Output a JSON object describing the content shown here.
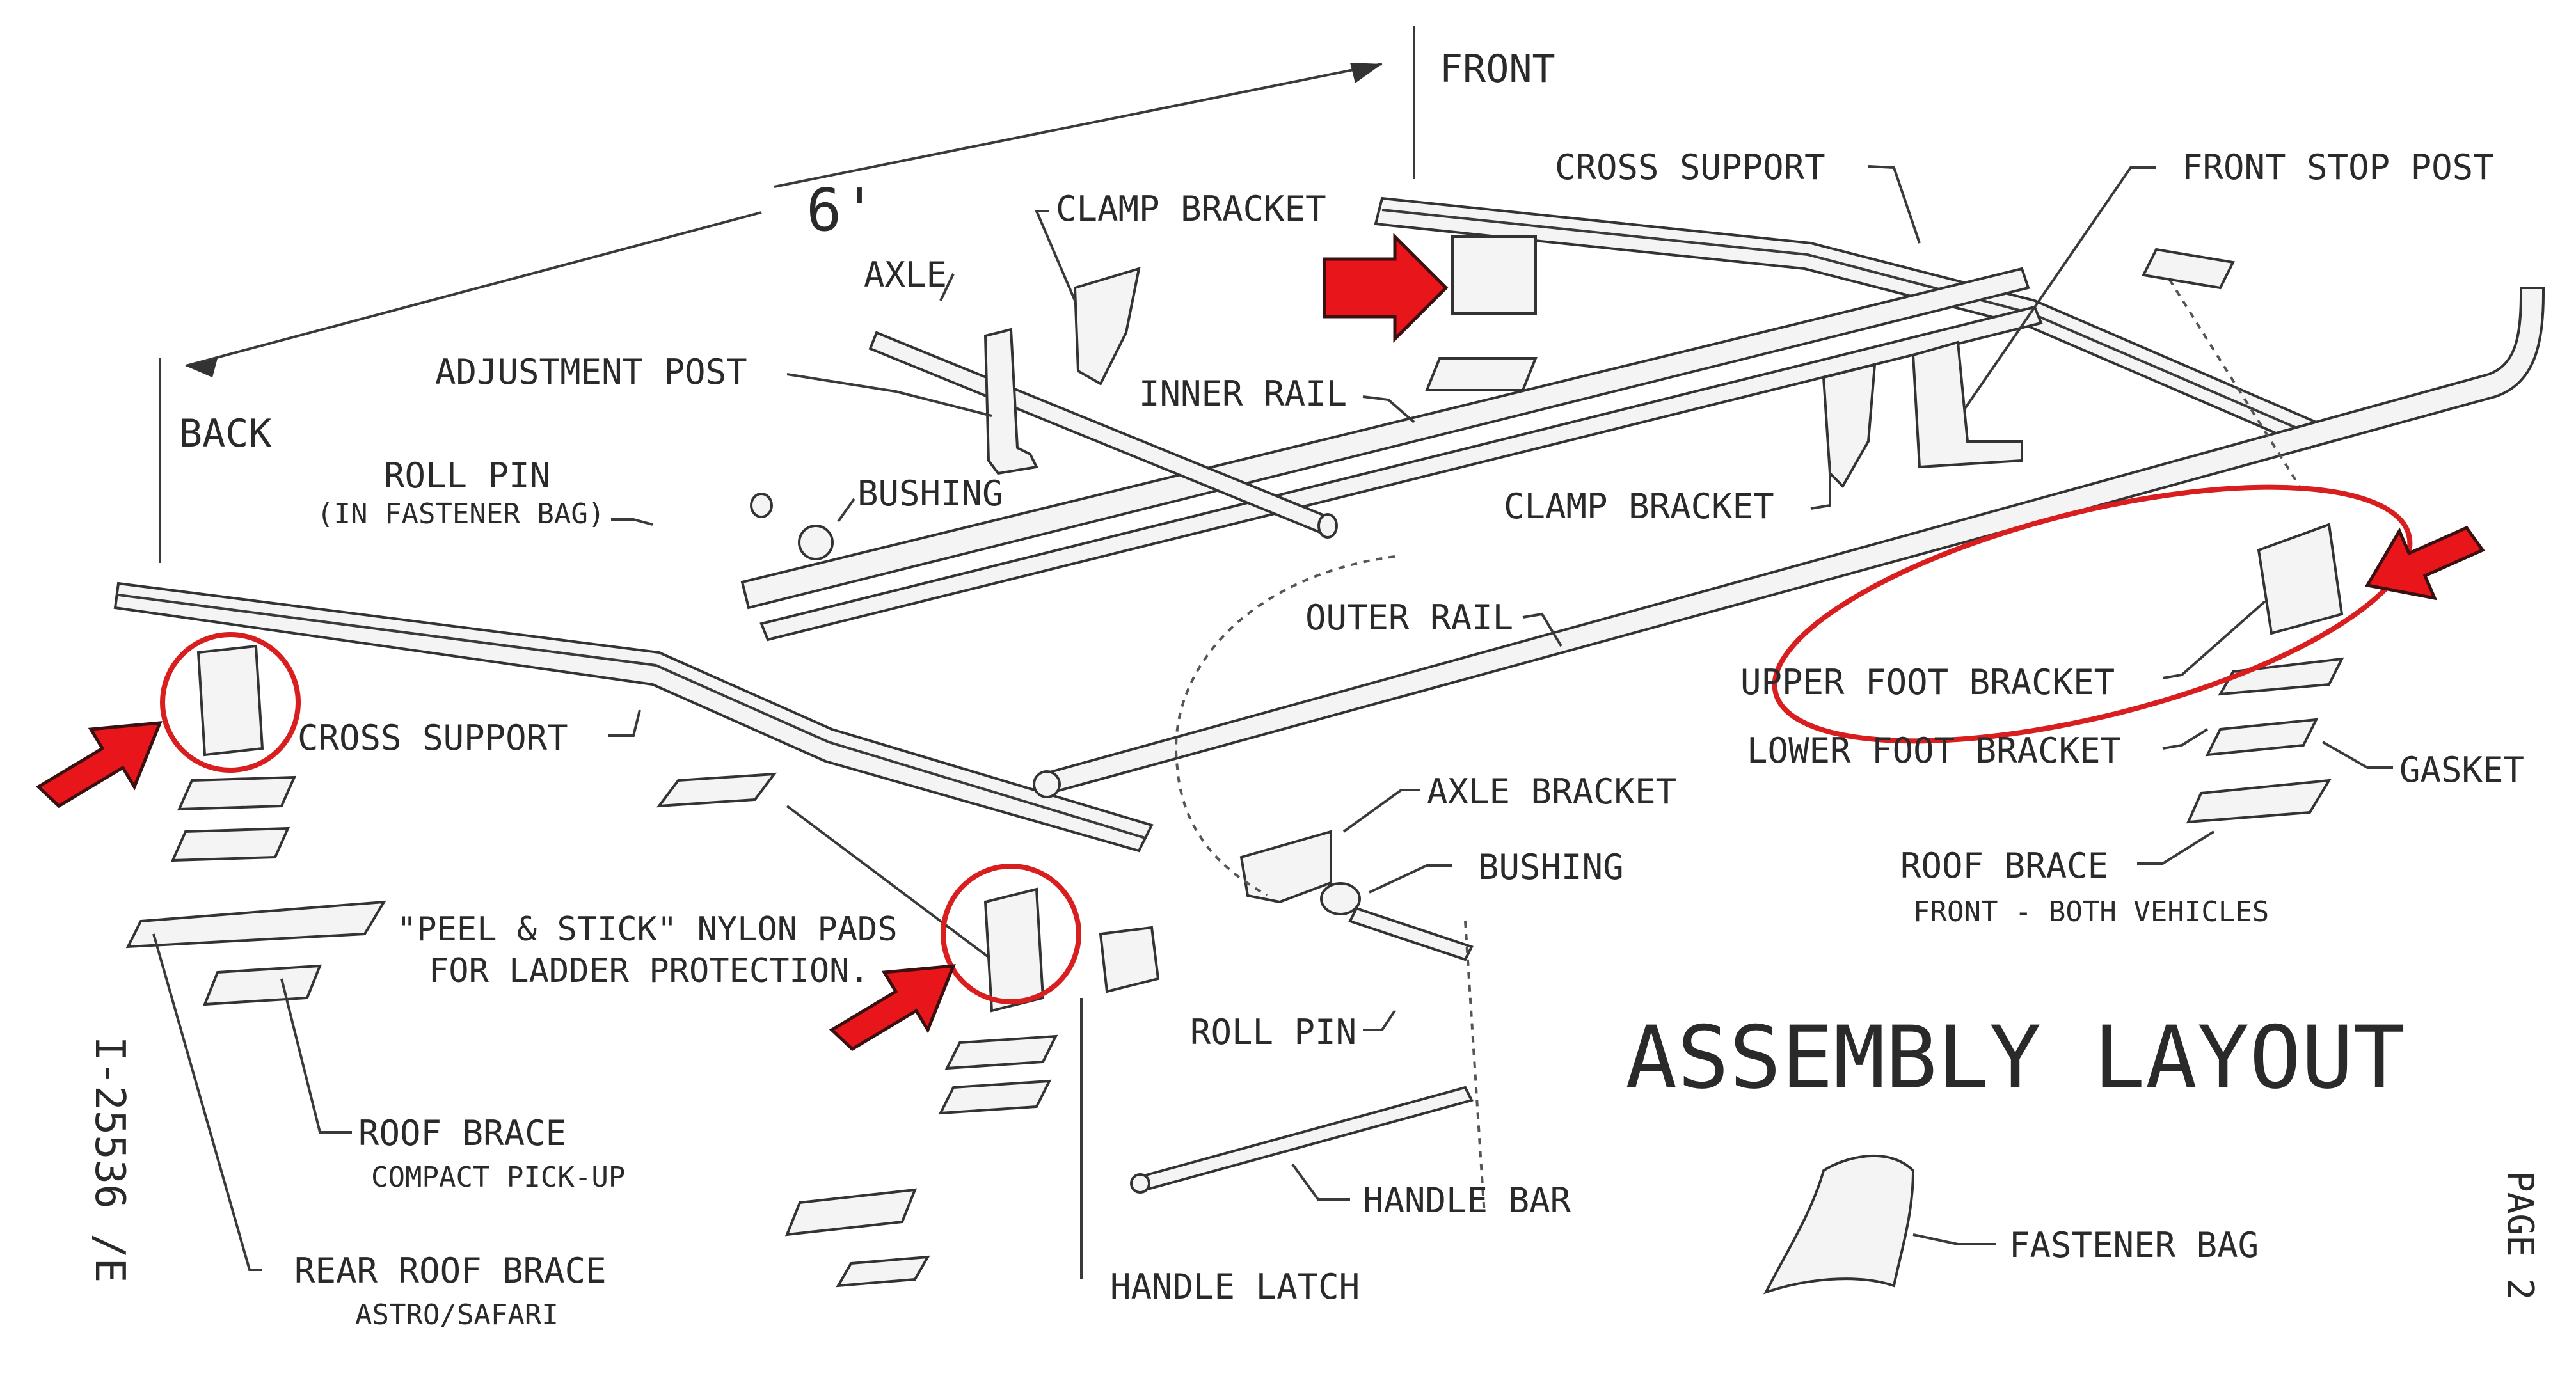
{
  "title": "ASSEMBLY LAYOUT",
  "page": "PAGE 2",
  "doc_number": "I-25536 /E",
  "dimension": "6'",
  "colors": {
    "highlight": "#d81e1e",
    "ink": "#2a2a2a"
  },
  "labels": {
    "front": "FRONT",
    "back": "BACK",
    "cross_support_top": "CROSS SUPPORT",
    "front_stop_post": "FRONT STOP POST",
    "clamp_bracket_top": "CLAMP BRACKET",
    "axle": "AXLE",
    "adjustment_post": "ADJUSTMENT POST",
    "inner_rail": "INNER RAIL",
    "roll_pin_1": "ROLL PIN",
    "roll_pin_1_sub": "(IN FASTENER BAG)",
    "bushing_1": "BUSHING",
    "clamp_bracket_mid": "CLAMP BRACKET",
    "outer_rail": "OUTER RAIL",
    "upper_foot_bracket": "UPPER FOOT BRACKET",
    "lower_foot_bracket": "LOWER FOOT BRACKET",
    "gasket": "GASKET",
    "cross_support_left": "CROSS SUPPORT",
    "axle_bracket": "AXLE BRACKET",
    "bushing_2": "BUSHING",
    "roof_brace_front": "ROOF BRACE",
    "roof_brace_front_sub": "FRONT - BOTH VEHICLES",
    "nylon_pads_1": "\"PEEL & STICK\" NYLON PADS",
    "nylon_pads_2": "FOR LADDER PROTECTION.",
    "roll_pin_2": "ROLL PIN",
    "roof_brace_compact": "ROOF BRACE",
    "roof_brace_compact_sub": "COMPACT PICK-UP",
    "handle_bar": "HANDLE BAR",
    "fastener_bag": "FASTENER BAG",
    "rear_roof_brace": "REAR ROOF BRACE",
    "rear_roof_brace_sub": "ASTRO/SAFARI",
    "handle_latch": "HANDLE LATCH"
  }
}
